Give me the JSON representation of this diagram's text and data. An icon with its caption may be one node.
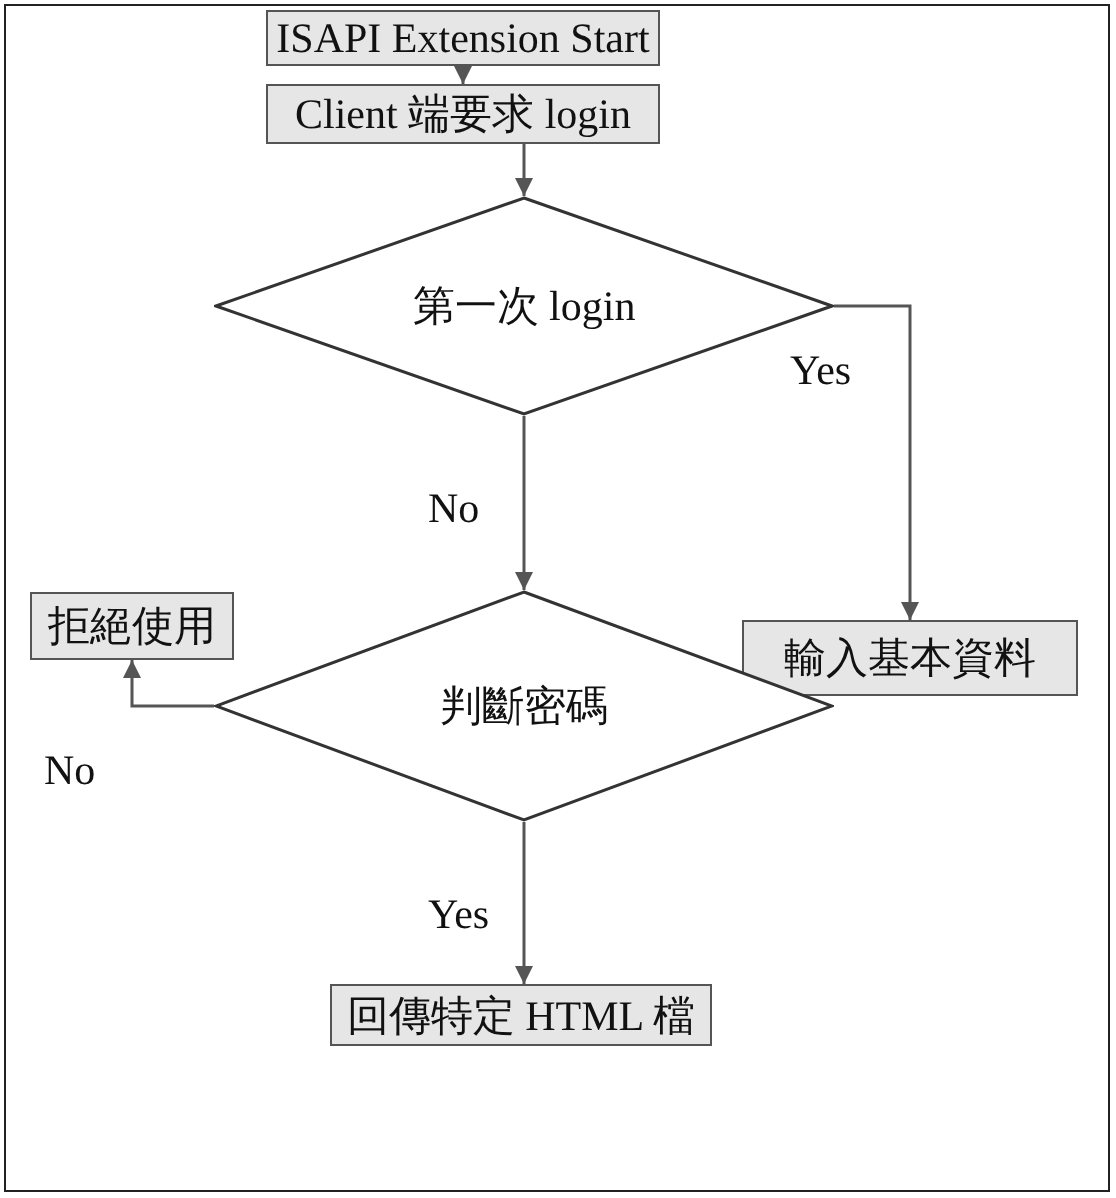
{
  "diagram": {
    "nodes": [
      {
        "text": [
          "ISAPI Extension Start"
        ]
      },
      {
        "text": [
          "Client 端要求 login"
        ]
      },
      {
        "text": [
          "第一次 login"
        ]
      },
      {
        "text": [
          "輸入基本資料"
        ]
      },
      {
        "text": [
          "拒絕使用"
        ]
      },
      {
        "text": [
          "判斷密碼"
        ]
      },
      {
        "text": [
          "回傳特定 HTML 檔"
        ]
      }
    ],
    "edges": [
      {
        "from": 0,
        "to": 1,
        "arrow": "to"
      },
      {
        "from": 1,
        "to": 2,
        "arrow": "to"
      },
      {
        "from": 2,
        "to": 3,
        "arrow": "to",
        "label": "Yes"
      },
      {
        "from": 2,
        "to": 5,
        "arrow": "to",
        "label": "No"
      },
      {
        "from": 5,
        "to": 4,
        "arrow": "to",
        "label": "No"
      },
      {
        "from": 5,
        "to": 6,
        "arrow": "to",
        "label": "Yes"
      }
    ]
  }
}
